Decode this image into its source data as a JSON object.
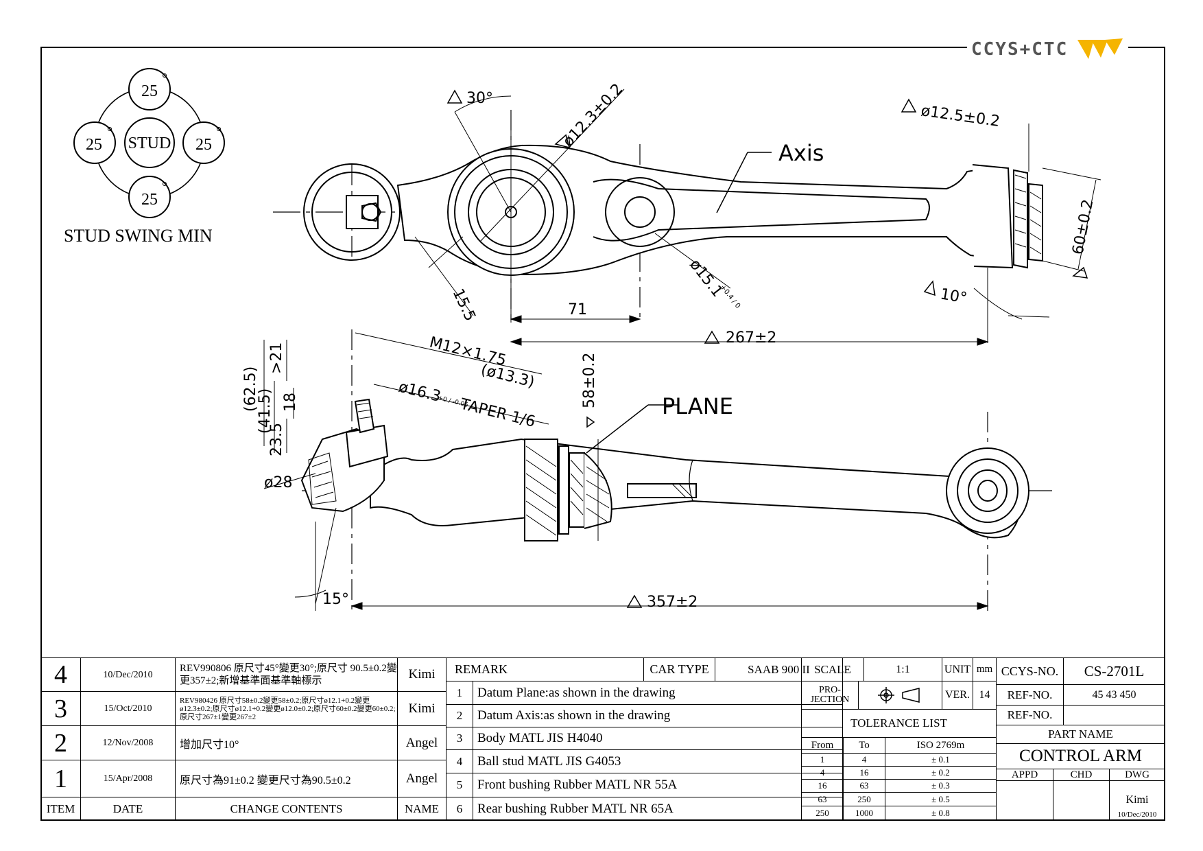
{
  "logo": {
    "text": "CCYS+CTC"
  },
  "drawing": {
    "stud_swing": {
      "center": "STUD",
      "angles": [
        "25",
        "25",
        "25",
        "25"
      ],
      "caption": "STUD SWING MIN"
    },
    "labels": {
      "axis": "Axis",
      "plane": "PLANE",
      "dim_30": "30°",
      "dim_d12_3": "ø12.3±0.2",
      "dim_d12_5": "ø12.5±0.2",
      "dim_60": "60±0.2",
      "dim_10": "10°",
      "dim_d15_1": "ø15.1",
      "dim_d15_1_tol": "+0.4 / 0",
      "dim_15_5": "15.5",
      "dim_71": "71",
      "dim_267": "267±2",
      "dim_m12": "M12×1.75",
      "dim_d13_3": "(ø13.3)",
      "dim_d16_3": "ø16.3",
      "dim_d16_3_tol": "+0 / -0.05",
      "dim_taper": "TAPER 1/6",
      "dim_58": "58±0.2",
      "dim_62_5": "(62.5)",
      "dim_21": ">21",
      "dim_41_5": "(41.5)",
      "dim_18": "18",
      "dim_23_5": "23.5",
      "dim_d28": "ø28",
      "dim_15deg": "15°",
      "dim_357": "357±2",
      "rev_1": "1",
      "rev_2": "2",
      "rev_3": "3",
      "rev_4": "4"
    }
  },
  "title_block": {
    "revisions": [
      {
        "item": "4",
        "date": "10/Dec/2010",
        "content": "REV990806 原尺寸45°變更30°;原尺寸 90.5±0.2變更357±2;新增基準面基準軸標示",
        "name": "Kimi"
      },
      {
        "item": "3",
        "date": "15/Oct/2010",
        "content": "REV980426 原尺寸58±0.2變更58±0.2;原尺寸ø12.1+0.2變更ø12.3±0.2;原尺寸ø12.1+0.2變更ø12.0±0.2;原尺寸60±0.2變更60±0.2;原尺寸267±1變更267±2",
        "name": "Kimi"
      },
      {
        "item": "2",
        "date": "12/Nov/2008",
        "content": "增加尺寸10°",
        "name": "Angel"
      },
      {
        "item": "1",
        "date": "15/Apr/2008",
        "content": "原尺寸為91±0.2 變更尺寸為90.5±0.2",
        "name": "Angel"
      }
    ],
    "rev_headers": {
      "item": "ITEM",
      "date": "DATE",
      "content": "CHANGE CONTENTS",
      "name": "NAME"
    },
    "remark_label": "REMARK",
    "car_type_label": "CAR TYPE",
    "car_type": "SAAB 900 II",
    "remarks": [
      {
        "no": "1",
        "text": "Datum Plane:as shown in the drawing"
      },
      {
        "no": "2",
        "text": "Datum Axis:as shown in the drawing"
      },
      {
        "no": "3",
        "text": "Body MATL JIS H4040"
      },
      {
        "no": "4",
        "text": "Ball stud MATL JIS G4053"
      },
      {
        "no": "5",
        "text": "Front bushing Rubber MATL NR 55A"
      },
      {
        "no": "6",
        "text": "Rear bushing Rubber MATL NR 65A"
      }
    ],
    "scale_label": "SCALE",
    "scale": "1:1",
    "unit_label": "UNIT",
    "unit": "mm",
    "projection_label": "PRO- JECTION",
    "ver_label": "VER.",
    "ver": "14",
    "tolerance_title": "TOLERANCE LIST",
    "tolerance_headers": [
      "From",
      "To",
      "ISO 2769m"
    ],
    "tolerances": [
      [
        "1",
        "4",
        "± 0.1"
      ],
      [
        "4",
        "16",
        "± 0.2"
      ],
      [
        "16",
        "63",
        "± 0.3"
      ],
      [
        "63",
        "250",
        "± 0.5"
      ],
      [
        "250",
        "1000",
        "± 0.8"
      ]
    ],
    "ccys_no_label": "CCYS-NO.",
    "ccys_no": "CS-2701L",
    "ref_no_label": "REF-NO.",
    "ref_no": "45 43 450",
    "ref_no2_label": "REF-NO.",
    "ref_no2": "",
    "part_name_label": "PART NAME",
    "part_name": "CONTROL ARM",
    "appd_label": "APPD",
    "chd_label": "CHD",
    "dwg_label": "DWG",
    "dwg_by": "Kimi",
    "dwg_date": "10/Dec/2010"
  }
}
